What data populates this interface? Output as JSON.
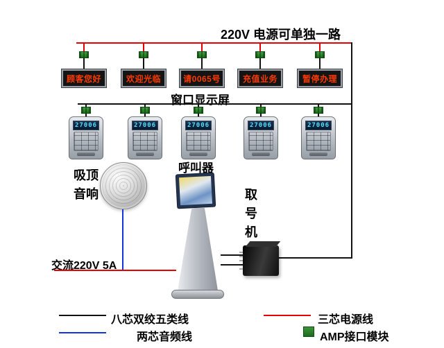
{
  "power_bus": {
    "label": "220V 电源可单独一路"
  },
  "displays": {
    "caption": "窗口显示屏",
    "items": [
      {
        "text": "顾客您好"
      },
      {
        "text": "欢迎光临"
      },
      {
        "text": "请0065号"
      },
      {
        "text": "充值业务"
      },
      {
        "text": "暂停办理"
      }
    ]
  },
  "callers": {
    "caption": "呼叫器",
    "screen_text": "27006"
  },
  "speaker": {
    "label": "吸顶音响"
  },
  "kiosk": {
    "label": "取号机"
  },
  "power_feed": {
    "label": "交流220V 5A"
  },
  "legend": {
    "items": [
      {
        "type": "line",
        "color": "#111111",
        "label": "八芯双绞五类线"
      },
      {
        "type": "line",
        "color": "#e60000",
        "label": "三芯电源线"
      },
      {
        "type": "line",
        "color": "#1133dd",
        "label": "两芯音频线"
      },
      {
        "type": "square",
        "color": "#1d6b1d",
        "label": "AMP接口模块"
      }
    ]
  },
  "colors": {
    "power_line": "#e60000",
    "data_line": "#111111",
    "audio_line": "#1133dd",
    "connector_green": "#1d6b1d",
    "led_text": "#ff3a00"
  }
}
